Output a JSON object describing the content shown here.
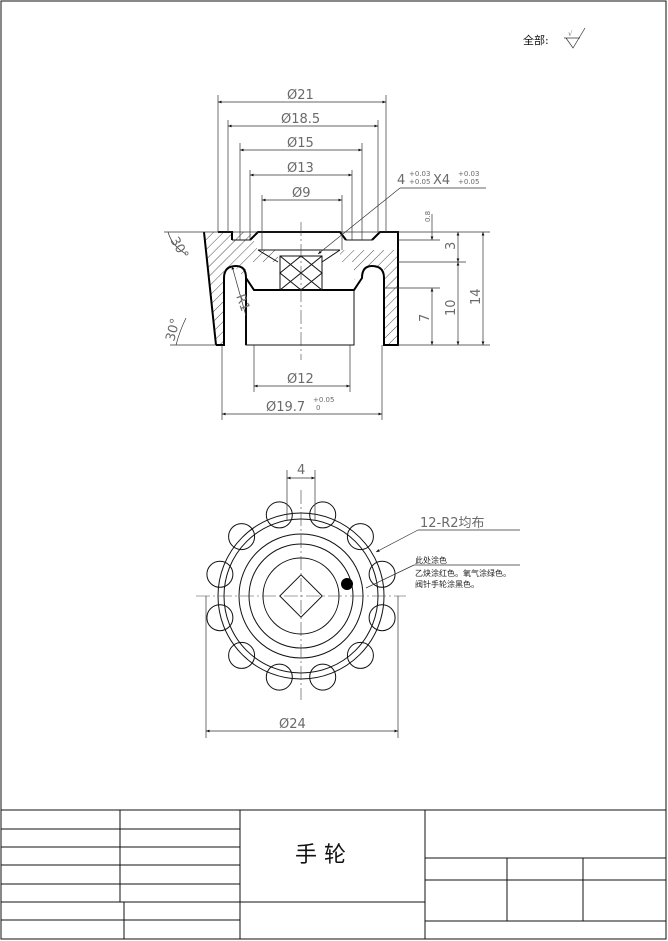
{
  "surface_note": {
    "label": "全部:",
    "symbol": "√"
  },
  "section_view": {
    "diameters": [
      {
        "text": "Ø21"
      },
      {
        "text": "Ø18.5"
      },
      {
        "text": "Ø15"
      },
      {
        "text": "Ø13"
      },
      {
        "text": "Ø9"
      }
    ],
    "square_hole": {
      "main": "4",
      "tol_upper": "+0.03",
      "tol_lower": "+0.05",
      "x": "X4",
      "tol2_upper": "+0.03",
      "tol2_lower": "+0.05"
    },
    "depth_08": "0.8",
    "depth_3": "3",
    "height_14": "14",
    "height_10": "10",
    "height_7": "7",
    "chamfer_top": "30°",
    "chamfer_bottom": "30°",
    "radius": "R1",
    "bottom_d12": "Ø12",
    "bottom_d197": {
      "main": "Ø19.7",
      "tol_upper": "+0.05",
      "tol_lower": "0"
    }
  },
  "top_view": {
    "width_4": "4",
    "knurl_note": "12-R2均布",
    "paint_title": "此处涂色",
    "paint_line1": "乙炔涂红色。氧气涂绿色。",
    "paint_line2": "阀针手轮涂黑色。",
    "outer_d24": "Ø24"
  },
  "title_block": {
    "part_name": "手    轮"
  }
}
